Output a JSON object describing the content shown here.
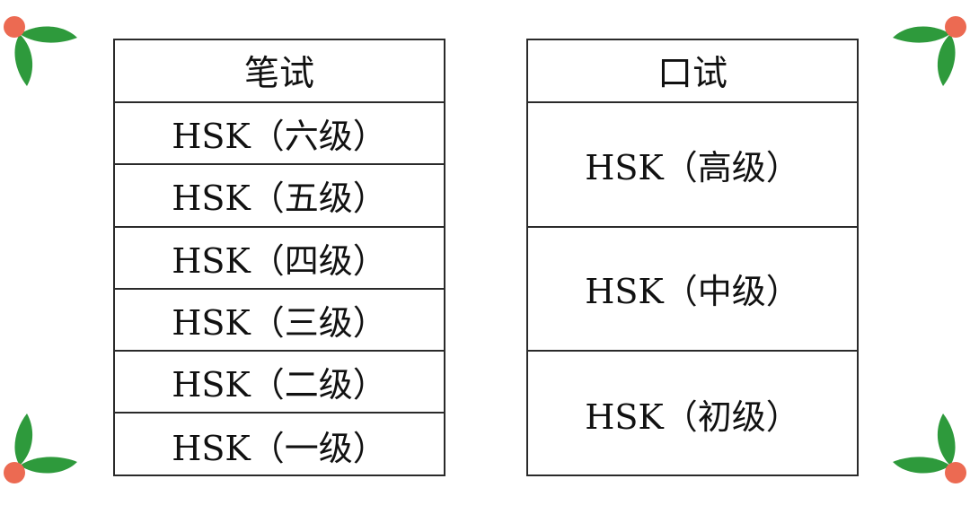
{
  "written": {
    "header": "笔试",
    "levels": [
      "HSK（六级）",
      "HSK（五级）",
      "HSK（四级）",
      "HSK（三级）",
      "HSK（二级）",
      "HSK（一级）"
    ]
  },
  "oral": {
    "header": "口试",
    "levels": [
      "HSK（高级）",
      "HSK（中级）",
      "HSK（初级）"
    ]
  },
  "decoration": {
    "icon": "leaf-berry-icon",
    "leaf_color": "#2e9a3c",
    "berry_color": "#ec6a52"
  }
}
